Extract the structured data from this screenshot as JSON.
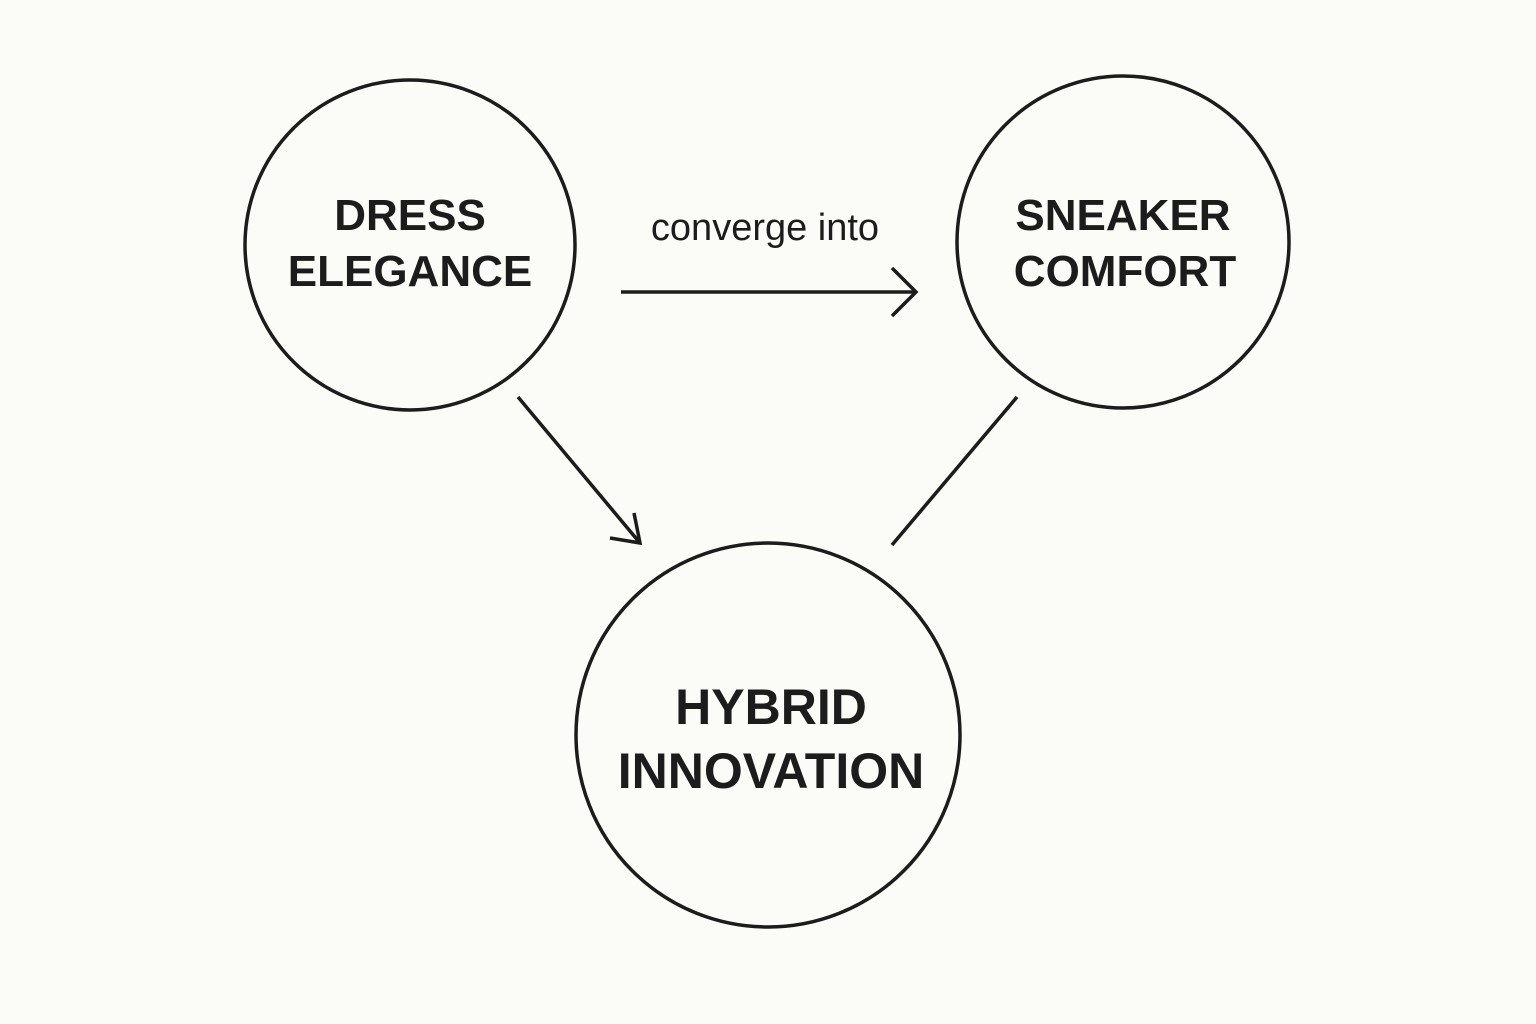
{
  "diagram": {
    "nodes": {
      "dress": {
        "line1": "DRESS",
        "line2": "ELEGANCE"
      },
      "sneaker": {
        "line1": "SNEAKER",
        "line2": "COMFORT"
      },
      "hybrid": {
        "line1": "HYBRID",
        "line2": "INNOVATION"
      }
    },
    "edges": {
      "dress_to_sneaker": {
        "label": "converge into"
      }
    }
  },
  "colors": {
    "background": "#fbfbf7",
    "stroke": "#1c1c1c",
    "text": "#1c1c1c"
  }
}
